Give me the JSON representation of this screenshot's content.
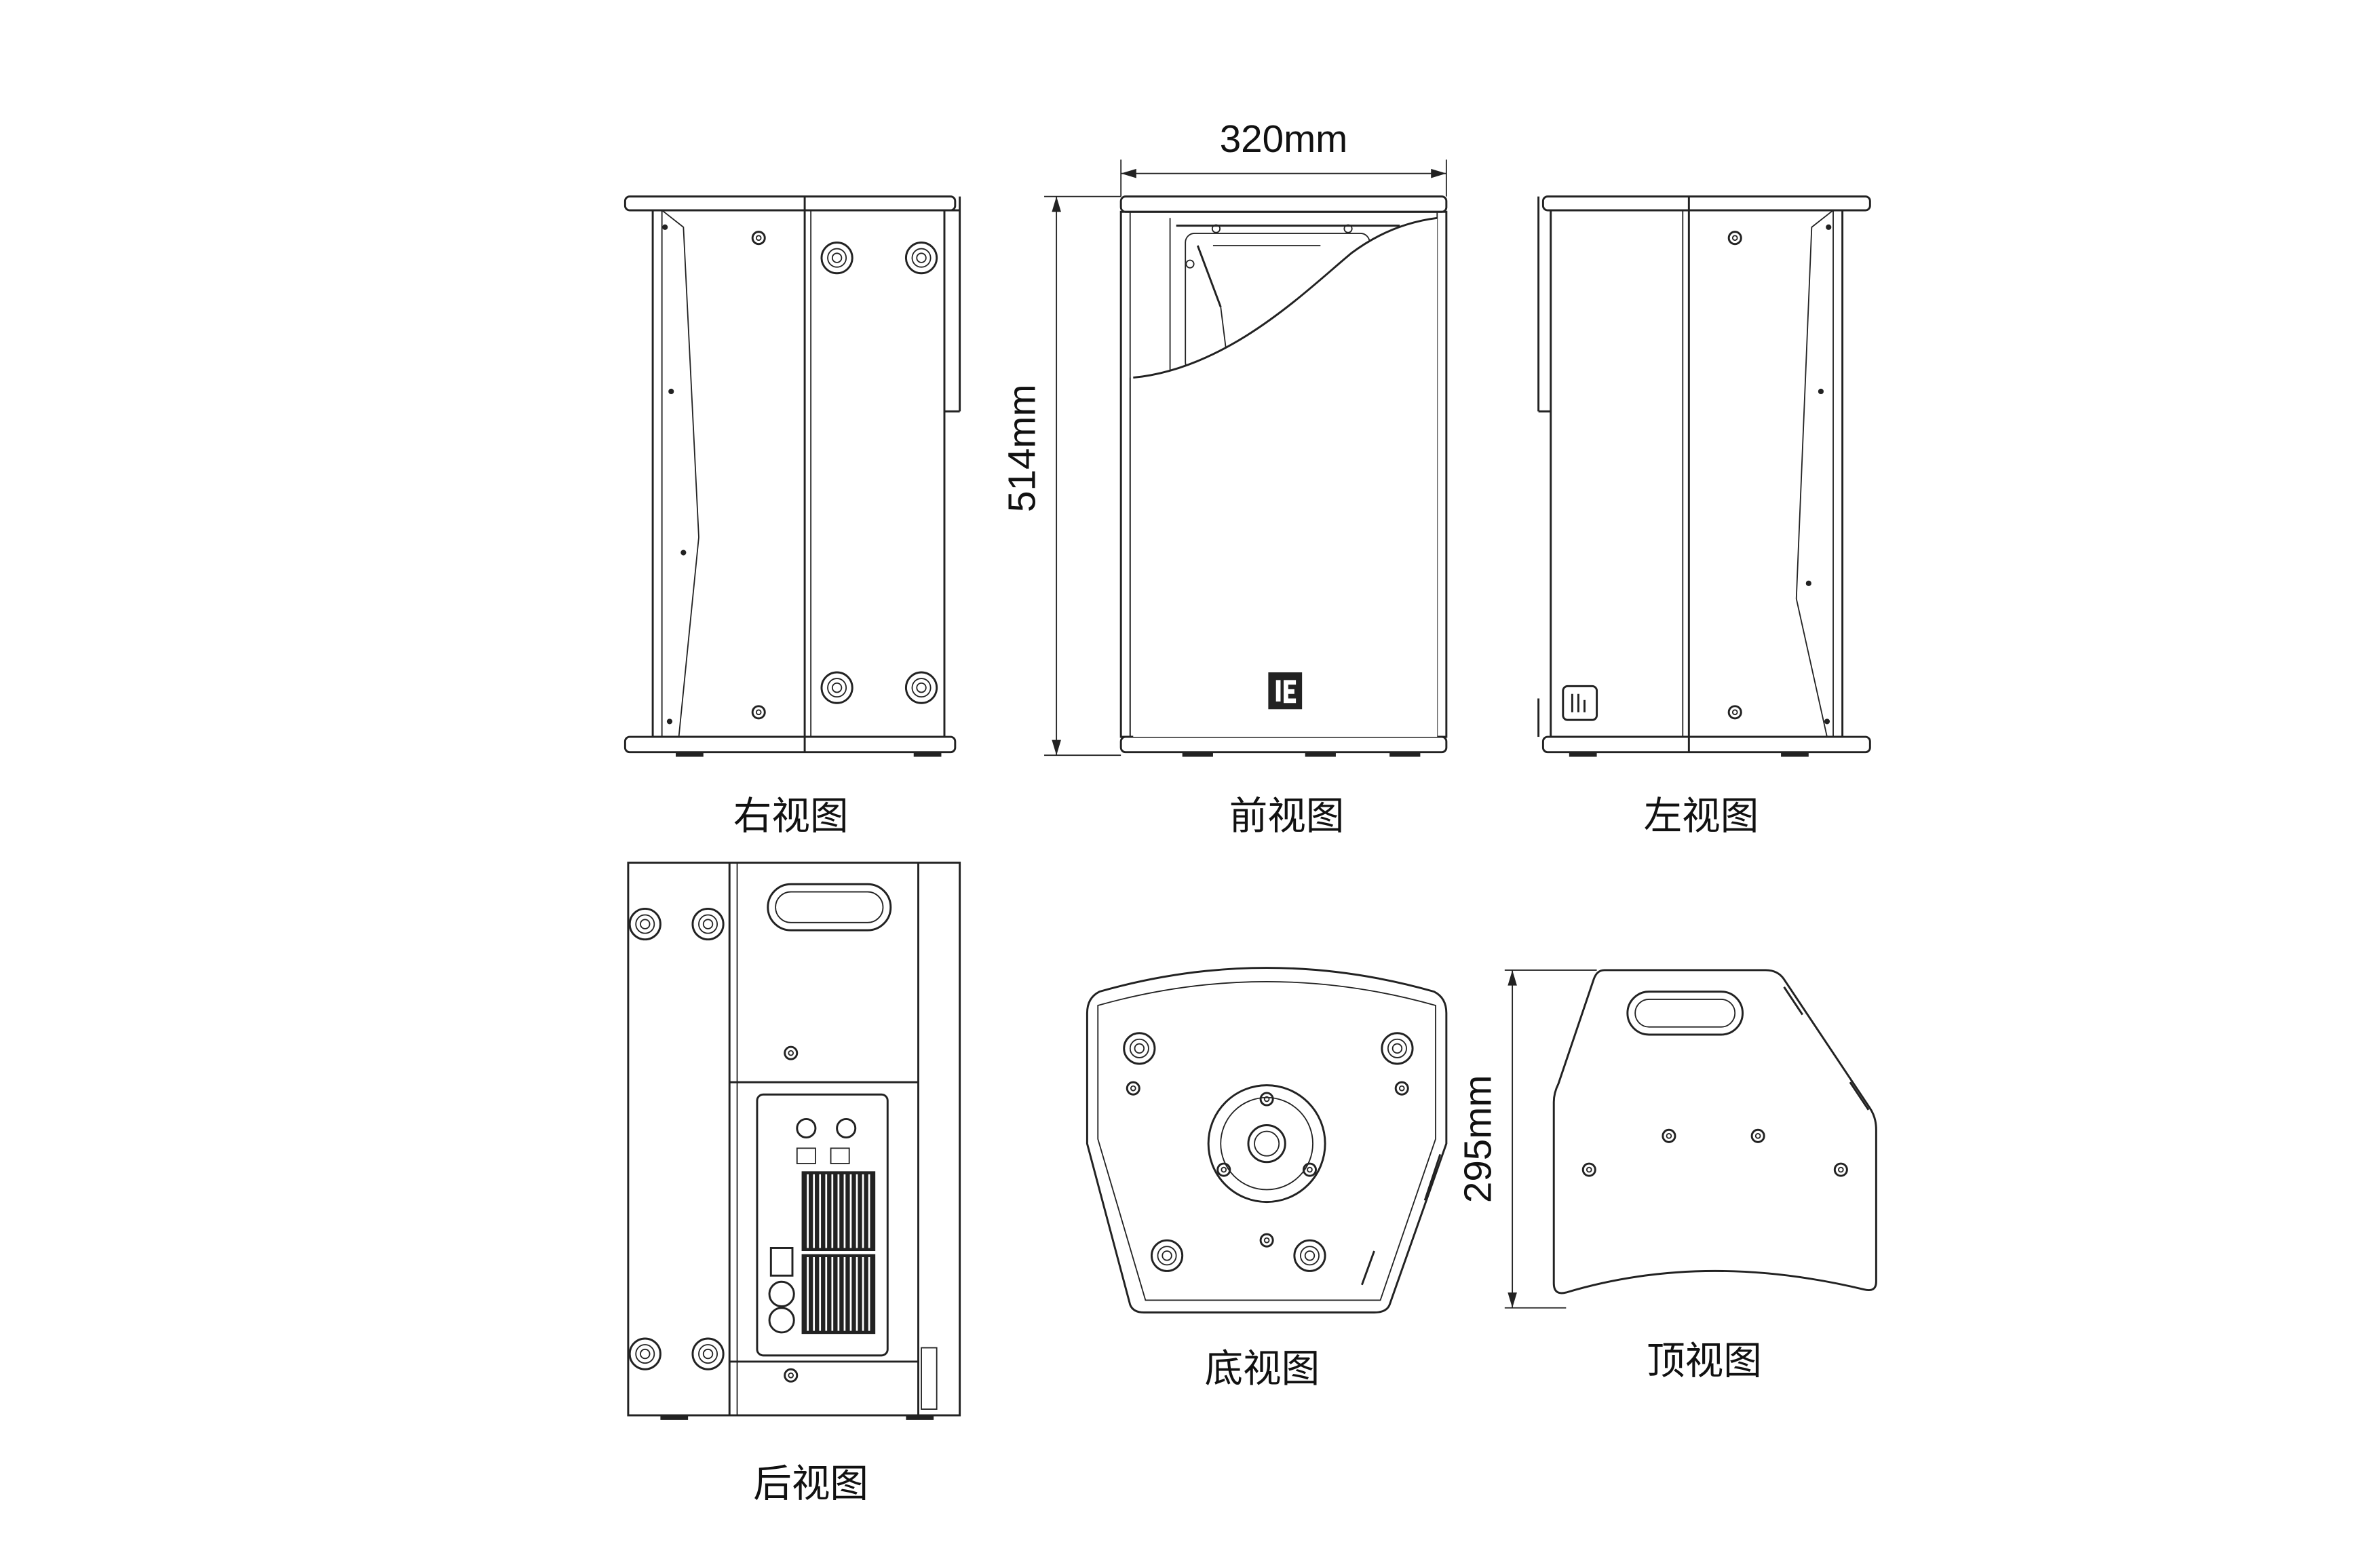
{
  "dimensions": {
    "width": "320mm",
    "height": "514mm",
    "depth": "295mm"
  },
  "views": {
    "right": "右视图",
    "front": "前视图",
    "left": "左视图",
    "back": "后视图",
    "bottom": "底视图",
    "top": "顶视图"
  },
  "accent_color": "#2ab5c0"
}
